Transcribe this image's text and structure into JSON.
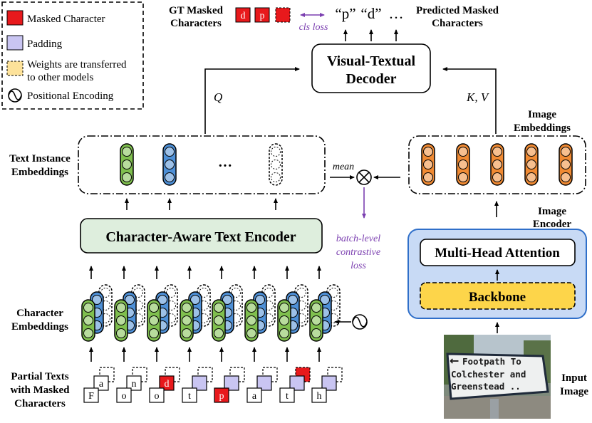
{
  "legend": {
    "masked_character": "Masked Character",
    "padding": "Padding",
    "weights_line1": "Weights are transferred",
    "weights_line2": "to other models",
    "positional_encoding": "Positional Encoding"
  },
  "gt": {
    "label_line1": "GT Masked",
    "label_line2": "Characters",
    "chars": [
      "d",
      "p"
    ],
    "cls_loss": "cls loss"
  },
  "predicted": {
    "chars": [
      "“p”",
      "“d”",
      "…"
    ],
    "label_line1": "Predicted Masked",
    "label_line2": "Characters"
  },
  "decoder": {
    "line1": "Visual-Textual",
    "line2": "Decoder"
  },
  "q_label": "Q",
  "kv_label": "K, V",
  "text_instance": {
    "line1": "Text Instance",
    "line2": "Embeddings",
    "dots": "···"
  },
  "image_embeddings": {
    "line1": "Image",
    "line2": "Embeddings"
  },
  "mean_label": "mean",
  "batch_loss": {
    "line1": "batch-level",
    "line2": "contrastive",
    "line3": "loss"
  },
  "text_encoder": "Character-Aware Text Encoder",
  "image_encoder": {
    "line1": "Image",
    "line2": "Encoder"
  },
  "mha": "Multi-Head Attention",
  "backbone": "Backbone",
  "char_embeddings": {
    "line1": "Character",
    "line2": "Embeddings"
  },
  "partial_texts": {
    "line1": "Partial Texts",
    "line2": "with Masked",
    "line3": "Characters"
  },
  "partial_front": [
    "F",
    "o",
    "o",
    "t",
    "p",
    "a",
    "t",
    "h"
  ],
  "partial_back": [
    "a",
    "n",
    "d"
  ],
  "input_image": {
    "line1": "Input",
    "line2": "Image"
  },
  "sign_text": {
    "line1": "Footpath To",
    "line2": "Colchester and",
    "line3": "Greenstead ..",
    "arrow": "←"
  },
  "colors": {
    "masked": "#e8191c",
    "padding": "#c9c5f2",
    "weights": "#fde29a",
    "green": "#7fbf4e",
    "blue": "#4d8fd6",
    "orange": "#f08a33",
    "encoder_fill": "#deeedd",
    "image_encoder_fill": "#c8daf5",
    "image_encoder_border": "#2f6fc9",
    "backbone_fill": "#fdd54a",
    "purple": "#7b3fb0"
  }
}
